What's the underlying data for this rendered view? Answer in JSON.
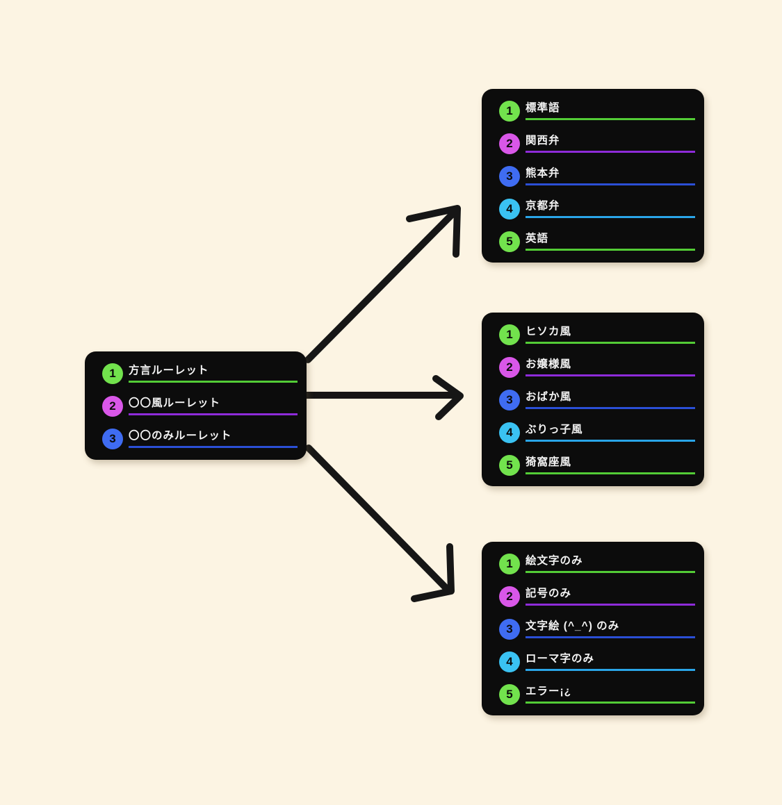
{
  "canvas": {
    "bg": "#fcf4e3"
  },
  "palette": {
    "ink": "#161616",
    "node_bg": "#0c0c0c",
    "text": "#f3f3f3",
    "green": {
      "circle": "#72e24d",
      "line": "#53cc36"
    },
    "magenta": {
      "circle": "#d957e8",
      "line": "#8e2bd9"
    },
    "blue": {
      "circle": "#3f6cf2",
      "line": "#2b4fd6"
    },
    "cyan": {
      "circle": "#3ac2f2",
      "line": "#2aa5e8"
    }
  },
  "boxes": [
    {
      "id": "source",
      "items": [
        {
          "num": "1",
          "label": "方言ルーレット",
          "color": "green"
        },
        {
          "num": "2",
          "label": "〇〇風ルーレット",
          "color": "magenta"
        },
        {
          "num": "3",
          "label": "〇〇のみルーレット",
          "color": "blue"
        }
      ]
    },
    {
      "id": "dialects",
      "items": [
        {
          "num": "1",
          "label": "標準語",
          "color": "green"
        },
        {
          "num": "2",
          "label": "関西弁",
          "color": "magenta"
        },
        {
          "num": "3",
          "label": "熊本弁",
          "color": "blue"
        },
        {
          "num": "4",
          "label": "京都弁",
          "color": "cyan"
        },
        {
          "num": "5",
          "label": "英語",
          "color": "green"
        }
      ]
    },
    {
      "id": "styles",
      "items": [
        {
          "num": "1",
          "label": "ヒソカ風",
          "color": "green"
        },
        {
          "num": "2",
          "label": "お嬢様風",
          "color": "magenta"
        },
        {
          "num": "3",
          "label": "おばか風",
          "color": "blue"
        },
        {
          "num": "4",
          "label": "ぶりっ子風",
          "color": "cyan"
        },
        {
          "num": "5",
          "label": "猗窩座風",
          "color": "green"
        }
      ]
    },
    {
      "id": "only",
      "items": [
        {
          "num": "1",
          "label": "絵文字のみ",
          "color": "green"
        },
        {
          "num": "2",
          "label": "記号のみ",
          "color": "magenta"
        },
        {
          "num": "3",
          "label": "文字絵 (^_^) のみ",
          "color": "blue"
        },
        {
          "num": "4",
          "label": "ローマ字のみ",
          "color": "cyan"
        },
        {
          "num": "5",
          "label": "エラー¡¿",
          "color": "green"
        }
      ]
    }
  ]
}
